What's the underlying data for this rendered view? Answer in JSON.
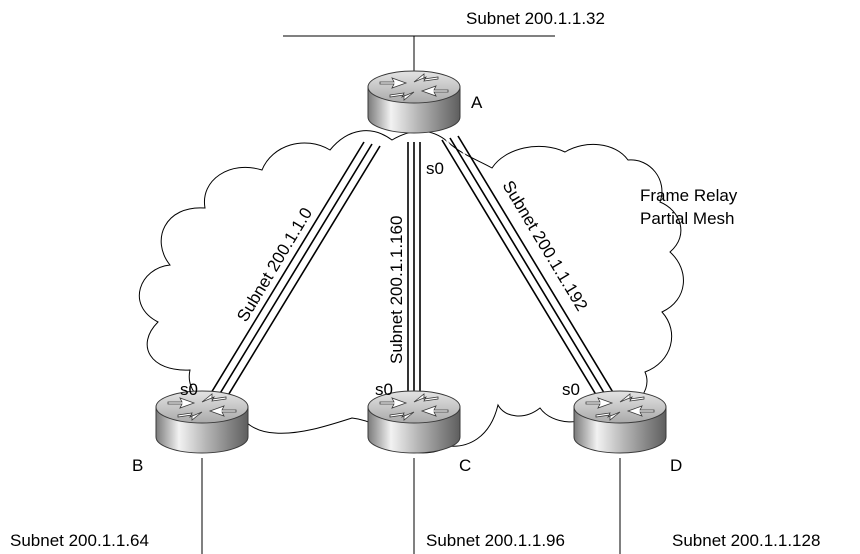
{
  "title_subnet": "Subnet 200.1.1.32",
  "cloud_label_line1": "Frame Relay",
  "cloud_label_line2": "Partial Mesh",
  "routers": {
    "a": {
      "label": "A",
      "serial": "s0"
    },
    "b": {
      "label": "B",
      "serial": "s0"
    },
    "c": {
      "label": "C",
      "serial": "s0"
    },
    "d": {
      "label": "D",
      "serial": "s0"
    }
  },
  "links": {
    "ab": "Subnet 200.1.1.0",
    "ac": "Subnet 200.1.1.160",
    "ad": "Subnet 200.1.1.192"
  },
  "lans": {
    "b": "Subnet 200.1.1.64",
    "c": "Subnet 200.1.1.96",
    "d": "Subnet 200.1.1.128"
  },
  "colors": {
    "router_top": "#c4c4c4",
    "router_body_light": "#e8e8e8",
    "router_body_dark": "#6f6f6f",
    "arrow": "#ffffff",
    "line": "#000000"
  },
  "icons": {
    "router": "router-icon"
  }
}
